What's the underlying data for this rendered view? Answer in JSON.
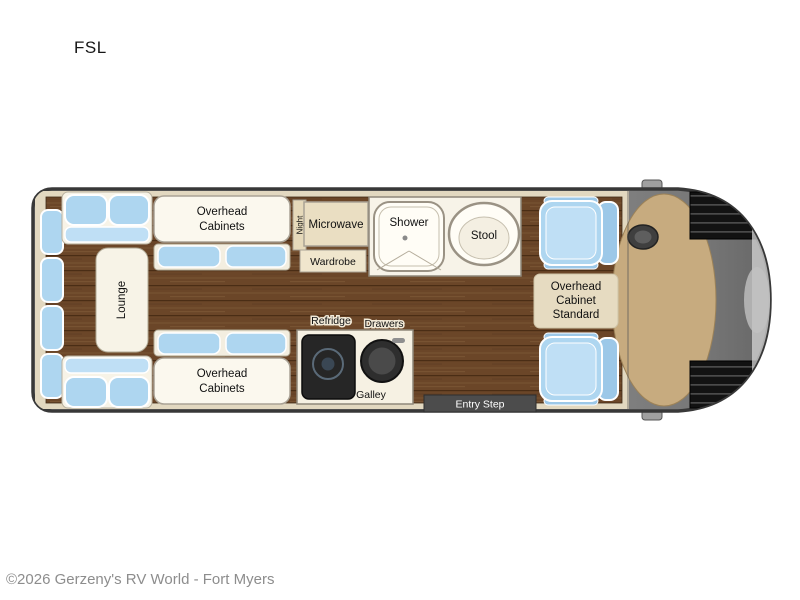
{
  "page": {
    "title": "FSL",
    "watermark": "©2026 Gerzeny's RV World - Fort Myers"
  },
  "floorplan": {
    "model": "FSL",
    "labels": {
      "lounge": "Lounge",
      "overhead_cabinets_top": [
        "Overhead",
        "Cabinets"
      ],
      "night": "Night",
      "microwave": "Microwave",
      "wardrobe": "Wardrobe",
      "shower": "Shower",
      "stool": "Stool",
      "overhead_cabinet_standard": [
        "Overhead",
        "Cabinet",
        "Standard"
      ],
      "refridge": "Refridge",
      "drawers": "Drawers",
      "galley": "Galley",
      "entry_step": "Entry Step",
      "overhead_cabinets_bottom": [
        "Overhead",
        "Cabinets"
      ]
    },
    "colors": {
      "cushion_blue": "#aed6f0",
      "cushion_blue_light": "#bfdff5",
      "wood_floor": "#6b4628",
      "cabinet_cream": "#fbf8ee",
      "tan_cabinet": "#eadec2",
      "dashboard_tan": "#c7ab7f",
      "entry_step_gray": "#4c4c4c",
      "refridge_label_red": "#c00000",
      "van_body_gray": "#9b9b9b",
      "van_outline": "#383838"
    }
  }
}
